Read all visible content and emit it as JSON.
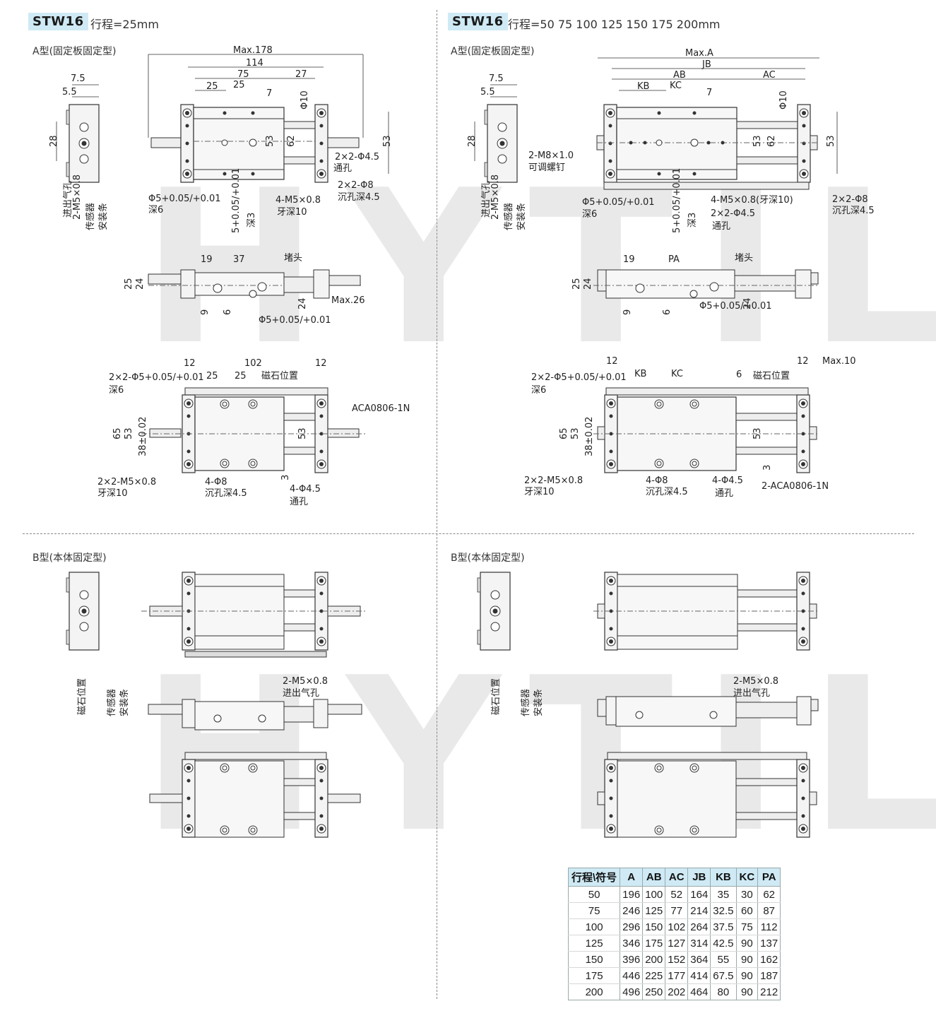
{
  "left": {
    "model": "STW16",
    "stroke": "行程=25mm",
    "a_type": "A型(固定板固定型)",
    "b_type": "B型(本体固定型)",
    "dims_top": [
      "Max.178",
      "114",
      "75",
      "27",
      "25",
      "25",
      "7",
      "7.5",
      "5.5",
      "28",
      "53",
      "62",
      "53",
      "Φ10"
    ],
    "callouts_top": [
      "2×2-Φ4.5",
      "通孔",
      "2×2-Φ8",
      "沉孔深4.5",
      "4-M5×0.8",
      "牙深10",
      "Φ5+0.05/+0.01",
      "深6",
      "5+0.05/+0.01",
      "深3",
      "2-M5×0.8",
      "进出气孔",
      "传感器",
      "安装条"
    ],
    "dims_mid": [
      "19",
      "37",
      "堵头",
      "25",
      "24",
      "9",
      "6",
      "24",
      "Max.26",
      "Φ5+0.05/+0.01"
    ],
    "dims_bot": [
      "12",
      "102",
      "12",
      "25",
      "25",
      "磁石位置",
      "2×2-Φ5+0.05/+0.01",
      "深6",
      "ACA0806-1N",
      "65",
      "53",
      "38±0.02",
      "53",
      "2×2-M5×0.8",
      "牙深10",
      "4-Φ8",
      "沉孔深4.5",
      "4-Φ4.5",
      "通孔",
      "3"
    ],
    "b_callouts": [
      "磁石位置",
      "传感器",
      "安装条",
      "2-M5×0.8",
      "进出气孔"
    ]
  },
  "right": {
    "model": "STW16",
    "stroke": "行程=50  75  100  125  150  175  200mm",
    "a_type": "A型(固定板固定型)",
    "b_type": "B型(本体固定型)",
    "dims_top": [
      "Max.A",
      "JB",
      "AB",
      "AC",
      "KB",
      "KC",
      "7",
      "7.5",
      "5.5",
      "28",
      "53",
      "62",
      "53",
      "Φ10"
    ],
    "callouts_top": [
      "2-M8×1.0",
      "可调螺钉",
      "2×2-Φ8",
      "沉孔深4.5",
      "4-M5×0.8(牙深10)",
      "2×2-Φ4.5",
      "通孔",
      "Φ5+0.05/+0.01",
      "深6",
      "5+0.05/+0.01",
      "深3",
      "2-M5×0.8",
      "进出气孔",
      "传感器",
      "安装条"
    ],
    "dims_mid": [
      "19",
      "PA",
      "堵头",
      "25",
      "24",
      "9",
      "6",
      "24",
      "Φ5+0.05/+0.01"
    ],
    "dims_bot": [
      "12",
      "KB",
      "KC",
      "6",
      "磁石位置",
      "12",
      "Max.10",
      "2×2-Φ5+0.05/+0.01",
      "深6",
      "65",
      "53",
      "38±0.02",
      "53",
      "2×2-M5×0.8",
      "牙深10",
      "4-Φ8",
      "沉孔深4.5",
      "4-Φ4.5",
      "通孔",
      "3",
      "2-ACA0806-1N"
    ],
    "b_callouts": [
      "磁石位置",
      "传感器",
      "安装条",
      "2-M5×0.8",
      "进出气孔"
    ]
  },
  "watermark": "HYTIL",
  "table": {
    "headers": [
      "行程\\符号",
      "A",
      "AB",
      "AC",
      "JB",
      "KB",
      "KC",
      "PA"
    ],
    "rows": [
      [
        "50",
        "196",
        "100",
        "52",
        "164",
        "35",
        "30",
        "62"
      ],
      [
        "75",
        "246",
        "125",
        "77",
        "214",
        "32.5",
        "60",
        "87"
      ],
      [
        "100",
        "296",
        "150",
        "102",
        "264",
        "37.5",
        "75",
        "112"
      ],
      [
        "125",
        "346",
        "175",
        "127",
        "314",
        "42.5",
        "90",
        "137"
      ],
      [
        "150",
        "396",
        "200",
        "152",
        "364",
        "55",
        "90",
        "162"
      ],
      [
        "175",
        "446",
        "225",
        "177",
        "414",
        "67.5",
        "90",
        "187"
      ],
      [
        "200",
        "496",
        "250",
        "202",
        "464",
        "80",
        "90",
        "212"
      ]
    ]
  },
  "colors": {
    "badge_bg": "#cfeaf5",
    "line": "#333333",
    "fill": "#f2f2f2",
    "watermark": "#e9e9e9"
  }
}
